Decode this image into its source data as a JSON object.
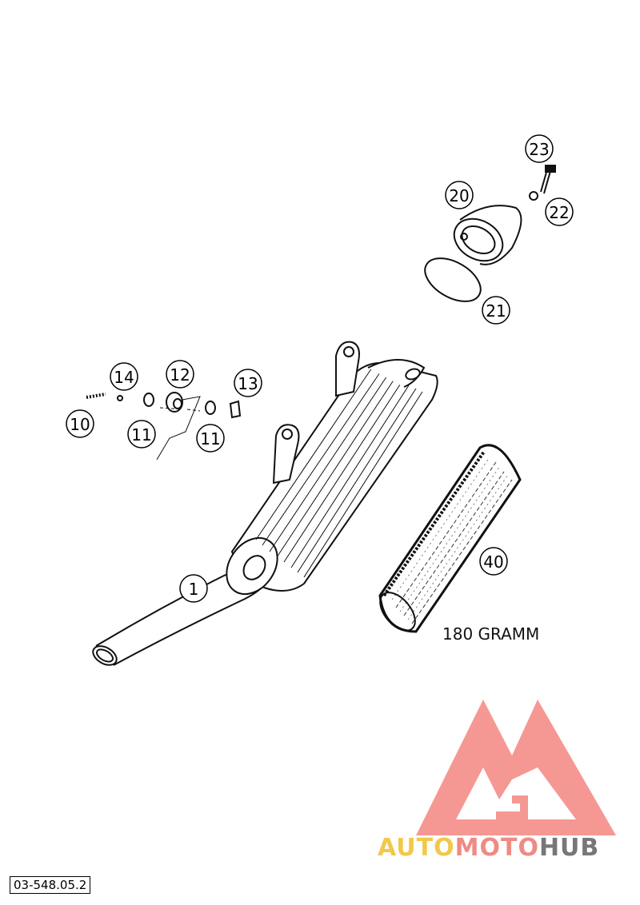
{
  "callouts": {
    "c1": "1",
    "c10": "10",
    "c11a": "11",
    "c11b": "11",
    "c12": "12",
    "c13": "13",
    "c14": "14",
    "c20": "20",
    "c21": "21",
    "c22": "22",
    "c23": "23",
    "c40": "40"
  },
  "weight_note": "180 GRAMM",
  "reference_code": "03-548.05.2",
  "watermark": {
    "part1": "AUTO",
    "part2": "MOTO",
    "part3": "HUB",
    "colors": {
      "auto": "#f2c84a",
      "moto": "#f08a84",
      "hub": "#777777",
      "logo": "#f26d66"
    }
  }
}
